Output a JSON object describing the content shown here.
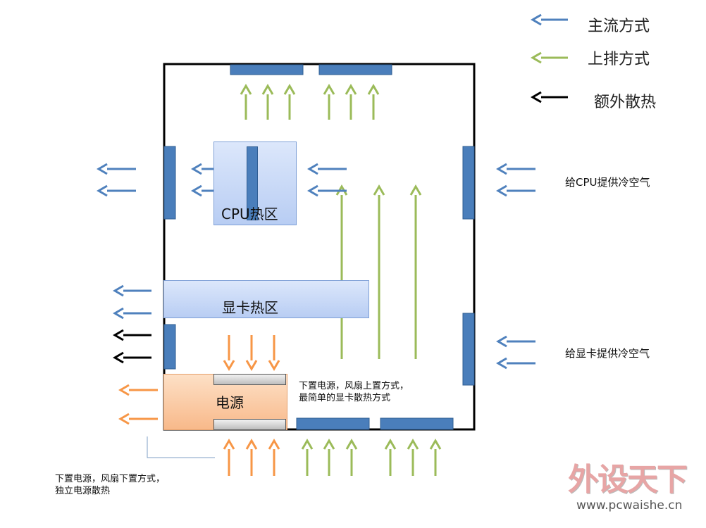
{
  "legend": [
    {
      "label": "主流方式",
      "color": "#4f81bd"
    },
    {
      "label": "上排方式",
      "color": "#9bbb59"
    },
    {
      "label": "额外散热",
      "color": "#000000"
    }
  ],
  "zones": {
    "cpu": "CPU热区",
    "gpu": "显卡热区",
    "psu": "电源"
  },
  "annotations": {
    "cpu_intake": "给CPU提供冷空气",
    "gpu_intake": "给显卡提供冷空气",
    "psu_top_1": "下置电源，风扇上置方式，",
    "psu_top_2": "最简单的显卡散热方式",
    "psu_bottom_1": "下置电源，风扇下置方式，",
    "psu_bottom_2": "独立电源散热"
  },
  "watermark": {
    "logo": "外设天下",
    "url": "www.pcwaishe.cn"
  },
  "colors": {
    "blue": "#4f81bd",
    "fan": "#4a7ebb",
    "green": "#9bbb59",
    "orange": "#f79646",
    "black": "#000000"
  }
}
